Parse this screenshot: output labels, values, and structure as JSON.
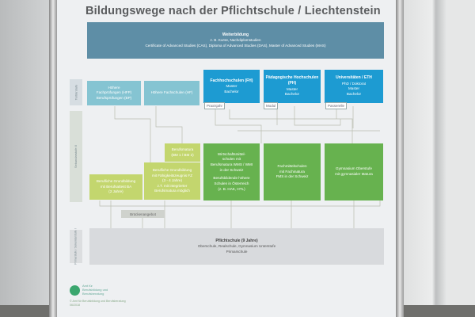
{
  "title": "Bildungswege nach der Pflichtschule / Liechtenstein",
  "weiterbildung": {
    "heading": "Weiterbildung",
    "line1": "z. B. Kurse, Nachdiplomstudien",
    "line2": "Certificate of Advanced Studies (CAS), Diploma of Advanced Studies (DAS), Master of Advanced Studies (MAS)"
  },
  "side_labels": {
    "tertiary": "Tertiärstufe",
    "secondary": "Sekundarstufe II",
    "primary": "Primarstufe / Sekundarstufe I"
  },
  "tertiary": [
    {
      "title": "Höhere",
      "lines": [
        "Fachprüfungen (HFP)",
        "Berufsprüfungen (BP)"
      ]
    },
    {
      "title": "Höhere Fachschulen (HF)",
      "lines": []
    },
    {
      "title": "Fachhochschulen (FH)",
      "lines": [
        "Master",
        "Bachelor"
      ],
      "tag": "Praxisjahr"
    },
    {
      "title": "Pädagogische Hochschulen (PH)",
      "lines": [
        "Master",
        "Bachelor"
      ],
      "tag": "Modul"
    },
    {
      "title": "Universitäten / ETH",
      "lines": [
        "PhD / Doktorat",
        "Master",
        "Bachelor"
      ],
      "tag": "Passerelle"
    }
  ],
  "secondary": {
    "eba": {
      "lines": [
        "Berufliche Grundbildung",
        "mit Berufsattest BA",
        "(2 Jahre)"
      ]
    },
    "efz": {
      "lines": [
        "Berufliche Grundbildung",
        "mit Fähigkeitszeugnis FZ",
        "(3 - 4 Jahre)",
        "z.T. mit integrierter",
        "Berufsmatura möglich"
      ]
    },
    "bm": {
      "lines": [
        "Berufsmatura",
        "(BM 1 / BM 2)"
      ]
    },
    "wms": {
      "lines": [
        "Wirtschaftsmittel-",
        "schulen mit",
        "Berufsmatura WMS / WMI",
        "in der Schweiz",
        "",
        "Berufsbildende höhere",
        "Schulen in Österreich",
        "(z. B. HAK, HTL)"
      ]
    },
    "fms": {
      "lines": [
        "Fachmittelschulen",
        "mit Fachmatura",
        "FMS in der Schweiz"
      ]
    },
    "gym": {
      "lines": [
        "Gymnasium Oberstufe",
        "mit gymnasialer Matura"
      ]
    }
  },
  "brueckenangebot": "Brückenangebot",
  "pflichtschule": {
    "heading": "Pflichtschule (9 Jahre)",
    "line1": "Oberschule, Realschule, Gymnasium Unterstufe",
    "line2": "Primarschule"
  },
  "logo": {
    "text": [
      "Amt für",
      "Berufsbildung und",
      "Berufsberatung"
    ],
    "footer": [
      "© Amt für Berufsbildung und Berufsberatung",
      "06/2018"
    ]
  }
}
